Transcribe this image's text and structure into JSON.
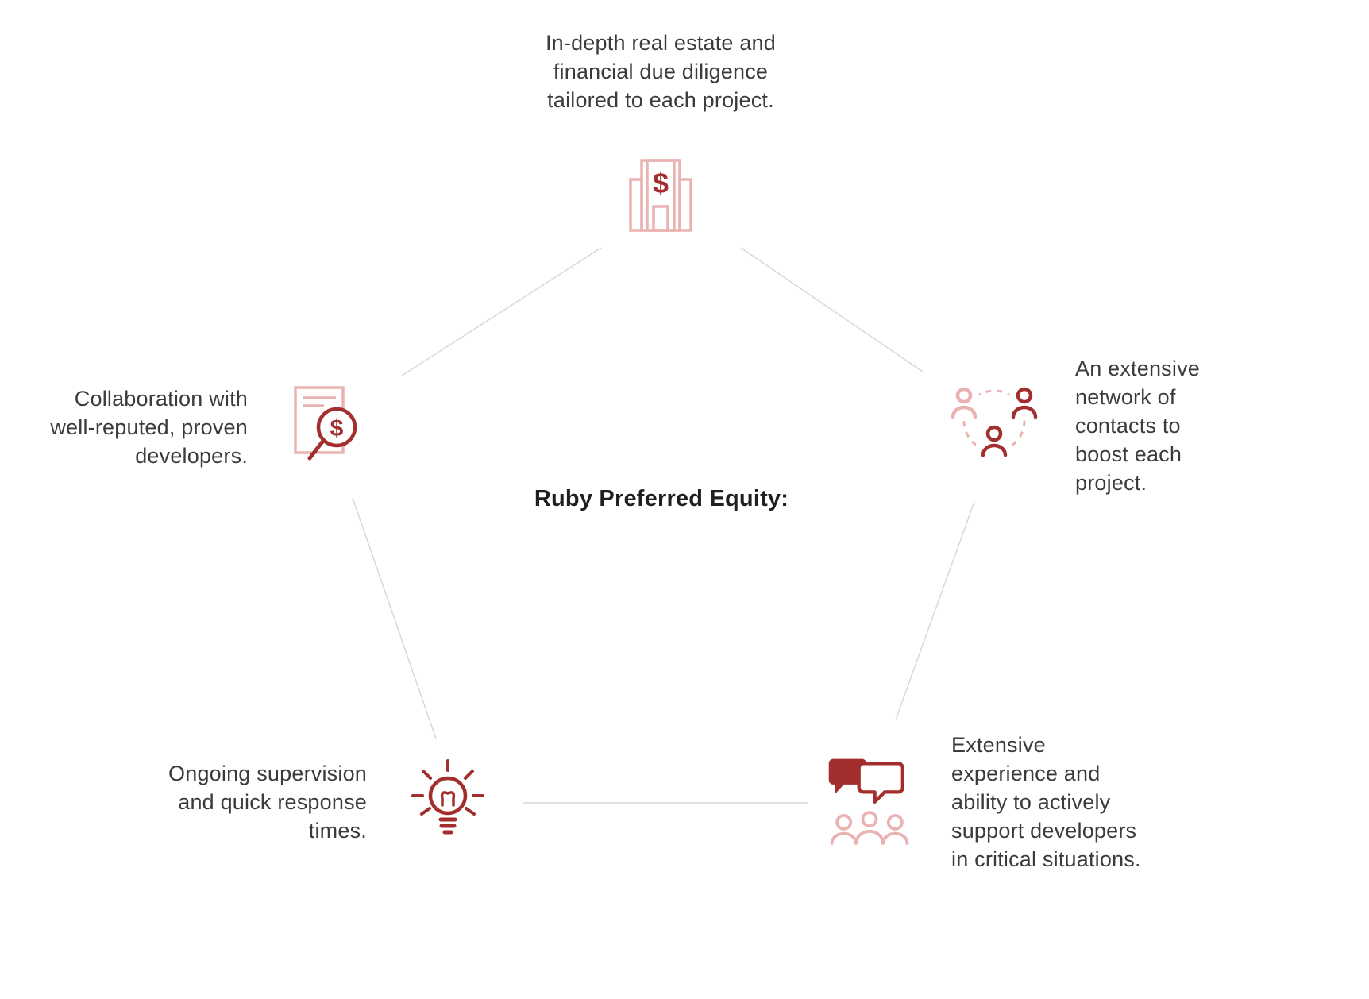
{
  "title": "Ruby Preferred Equity:",
  "nodes": {
    "top": {
      "label": "In-depth real estate and\nfinancial due diligence\ntailored to each project.",
      "icon": "bank-dollar-icon"
    },
    "left": {
      "label": "Collaboration with\nwell-reputed, proven\ndevelopers.",
      "icon": "document-search-icon"
    },
    "right": {
      "label": "An extensive\nnetwork of\ncontacts to\nboost each\nproject.",
      "icon": "people-network-icon"
    },
    "bottom_left": {
      "label": "Ongoing supervision\nand quick response\ntimes.",
      "icon": "lightbulb-icon"
    },
    "bottom_right": {
      "label": "Extensive\nexperience and\nability to actively\nsupport developers\nin critical situations.",
      "icon": "chat-people-icon"
    }
  },
  "colors": {
    "dark_red": "#A32E2E",
    "light_pink": "#EAB3B1",
    "connector_gray": "#D8D8D8",
    "body_text": "#3B3B3B",
    "title_text": "#1F1F1F"
  }
}
